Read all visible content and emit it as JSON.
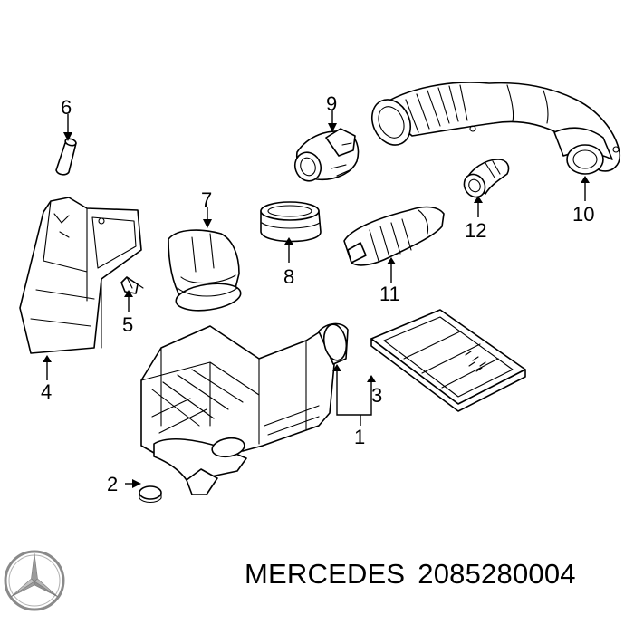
{
  "diagram": {
    "callouts": {
      "c1": "1",
      "c2": "2",
      "c3": "3",
      "c4": "4",
      "c5": "5",
      "c6": "6",
      "c7": "7",
      "c8": "8",
      "c9": "9",
      "c10": "10",
      "c11": "11",
      "c12": "12"
    }
  },
  "footer": {
    "brand": "MERCEDES",
    "part_number": "2085280004"
  },
  "icons": {
    "brand_logo": "mercedes-star-icon"
  },
  "colors": {
    "line": "#000000",
    "background": "#ffffff"
  }
}
